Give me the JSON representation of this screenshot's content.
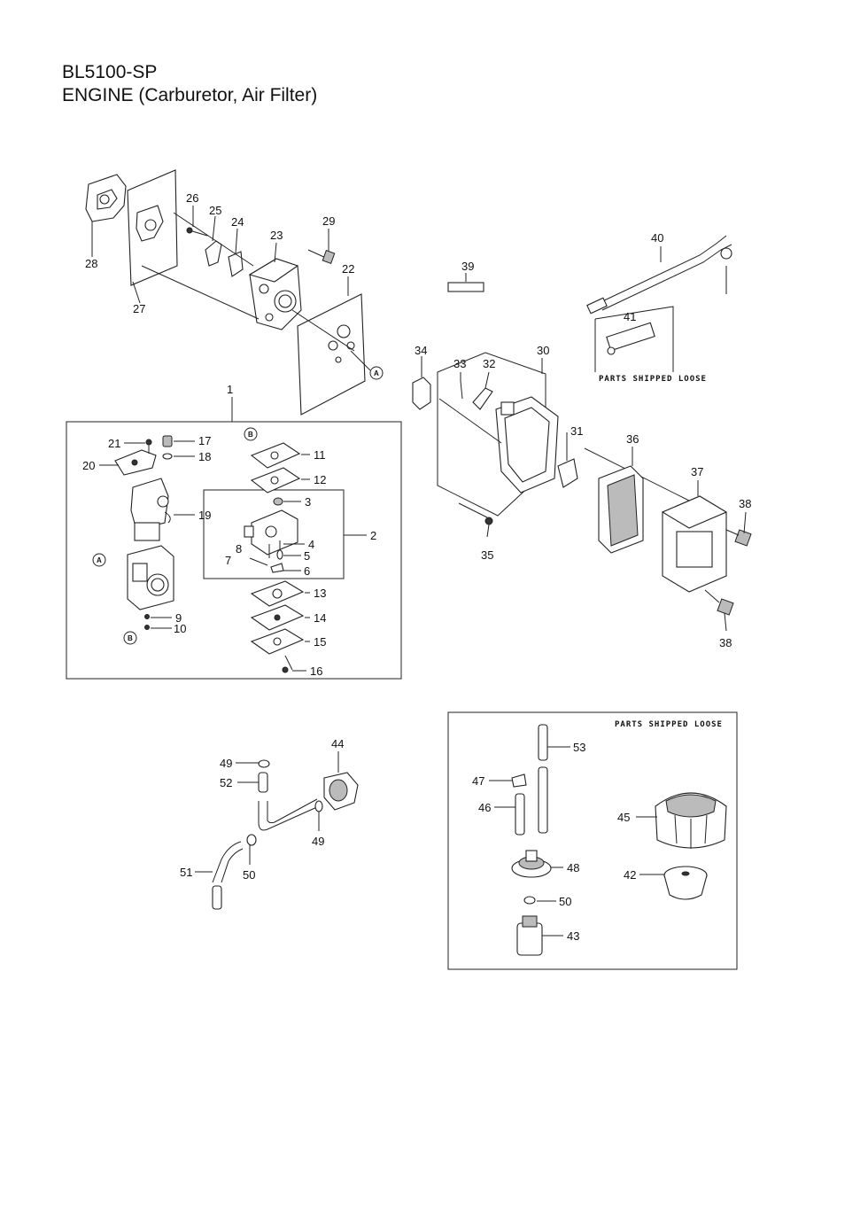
{
  "header": {
    "model": "BL5100-SP",
    "section": "ENGINE (Carburetor, Air Filter)"
  },
  "notes": {
    "loose_top": "PARTS SHIPPED LOOSE",
    "loose_bottom": "PARTS SHIPPED LOOSE"
  },
  "refs": {
    "a": "A",
    "b": "B"
  },
  "callouts": [
    "1",
    "2",
    "3",
    "4",
    "5",
    "6",
    "7",
    "8",
    "9",
    "10",
    "11",
    "12",
    "13",
    "14",
    "15",
    "16",
    "17",
    "18",
    "19",
    "20",
    "21",
    "22",
    "23",
    "24",
    "25",
    "26",
    "27",
    "28",
    "29",
    "30",
    "31",
    "32",
    "33",
    "34",
    "35",
    "36",
    "37",
    "38",
    "38",
    "39",
    "40",
    "41",
    "42",
    "43",
    "44",
    "45",
    "46",
    "47",
    "48",
    "49",
    "49",
    "50",
    "50",
    "51",
    "52",
    "53"
  ]
}
